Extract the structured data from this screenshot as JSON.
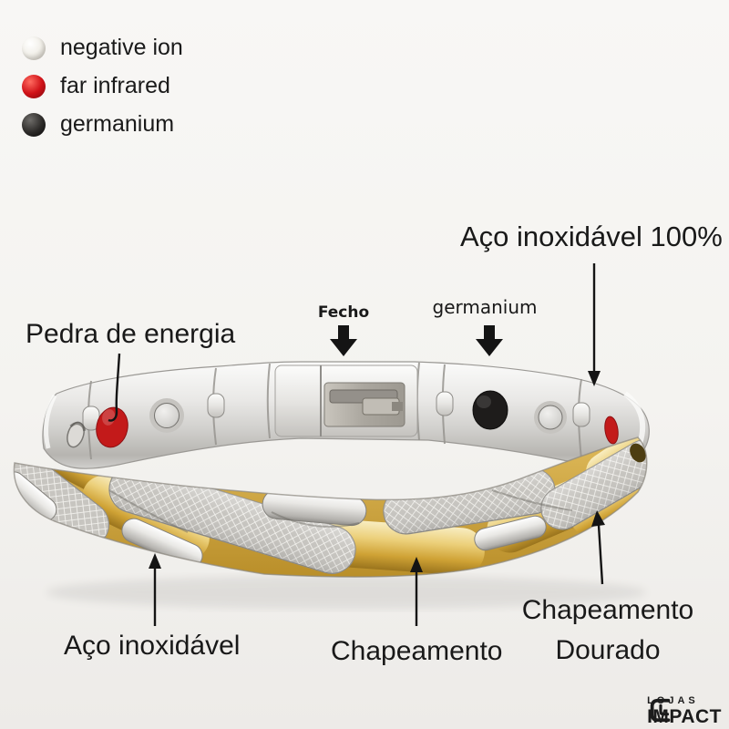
{
  "colors": {
    "background_top": "#f8f7f5",
    "background_bottom": "#edebe8",
    "text": "#191919",
    "arrow": "#141414",
    "legend_negative_ion": "#f0eee8",
    "legend_far_infrared": "#cc1016",
    "legend_germanium": "#242220",
    "stone_red": "#c31a1a",
    "stone_black": "#1e1c1b",
    "gold_plating": "#d9b459",
    "steel_silver": "#d8d6d2",
    "logo_text": "#1c1c1c"
  },
  "legend": {
    "items": [
      {
        "id": "negative-ion",
        "label": "negative ion"
      },
      {
        "id": "far-infrared",
        "label": "far infrared"
      },
      {
        "id": "germanium",
        "label": "germanium"
      }
    ]
  },
  "annotations": {
    "steel_100": {
      "label": "Aço inoxidável 100%"
    },
    "energy_stone": {
      "label": "Pedra de energia"
    },
    "clasp": {
      "label": "Fecho"
    },
    "germanium_link": {
      "label": "germanium"
    },
    "steel": {
      "label": "Aço inoxidável"
    },
    "plating": {
      "label": "Chapeamento"
    },
    "gold_plating": {
      "line1": "Chapeamento",
      "line2": "Dourado"
    }
  },
  "logo": {
    "top": "LOJAS",
    "bottom": "IMPACT"
  }
}
